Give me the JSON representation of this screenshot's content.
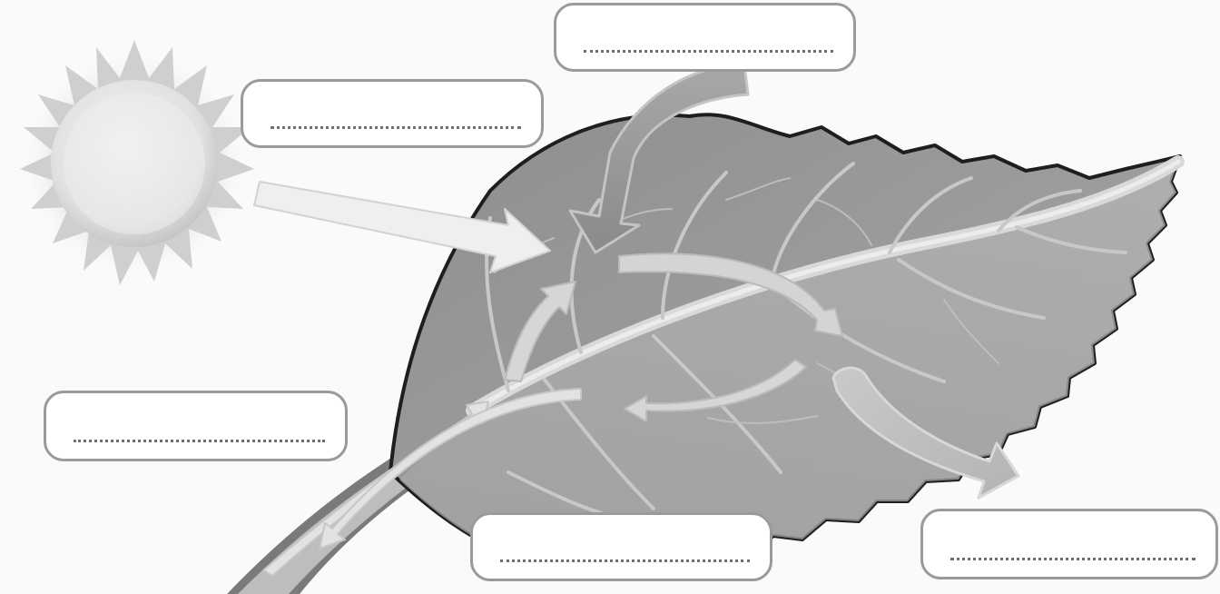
{
  "diagram": {
    "labels": [
      {
        "id": "light",
        "text": ""
      },
      {
        "id": "carbon-dioxide",
        "text": ""
      },
      {
        "id": "water",
        "text": ""
      },
      {
        "id": "glucose",
        "text": ""
      },
      {
        "id": "oxygen",
        "text": ""
      }
    ]
  }
}
